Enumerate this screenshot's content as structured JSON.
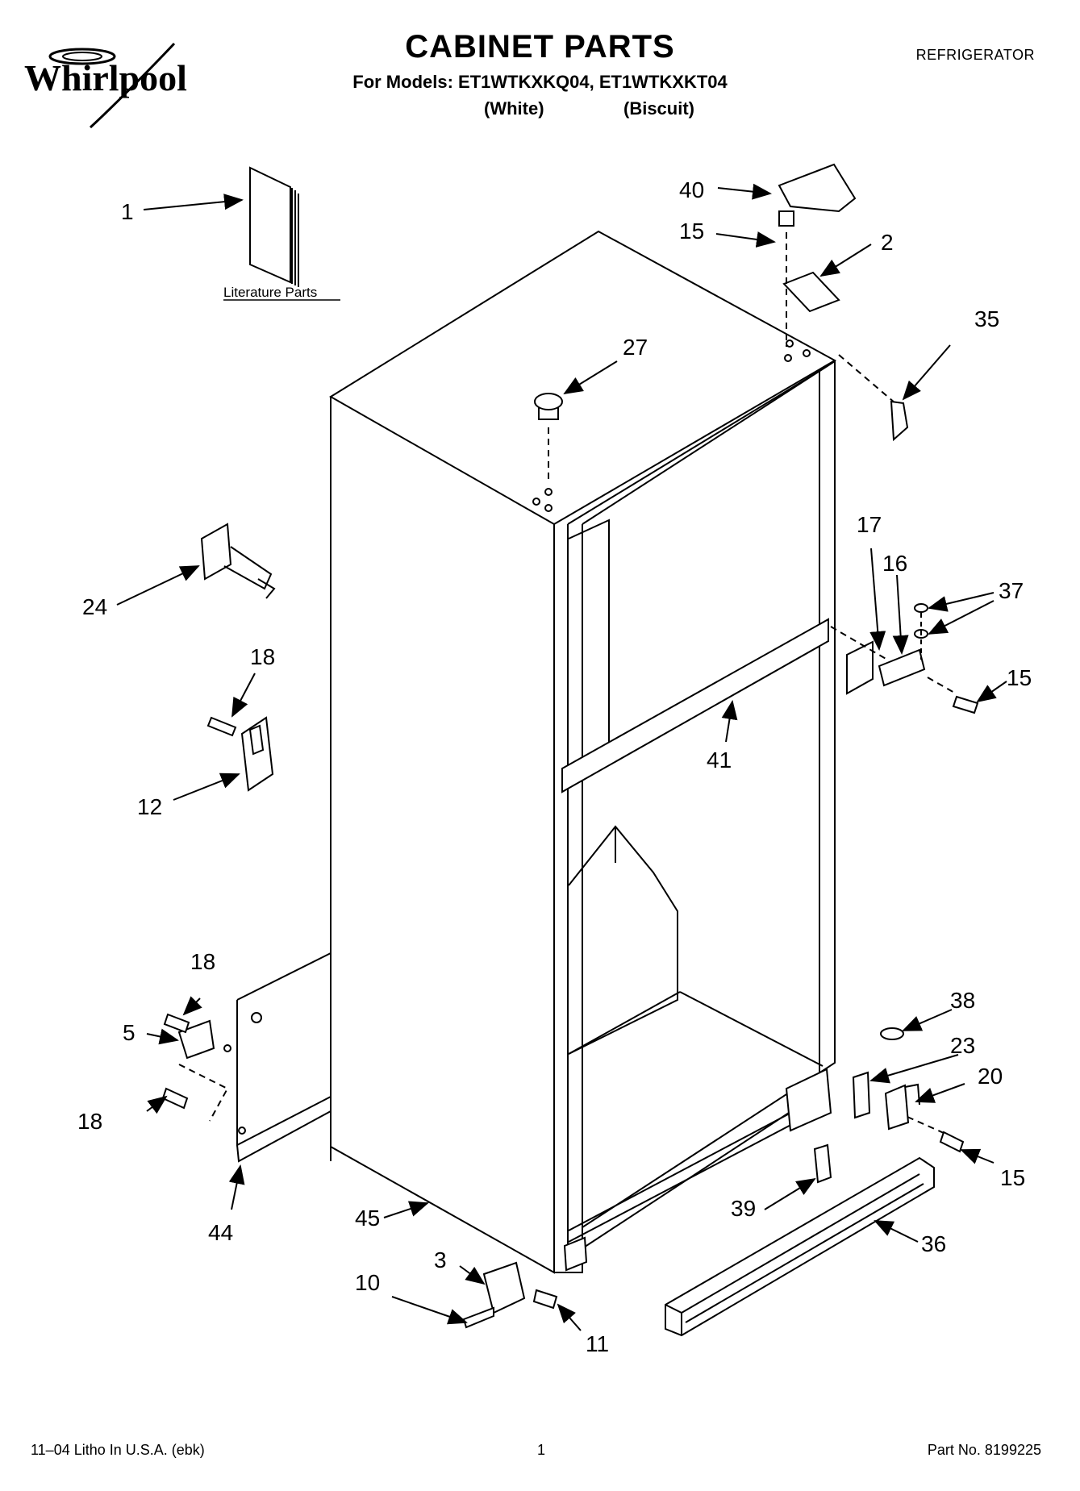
{
  "header": {
    "brand": "Whirlpool",
    "title": "CABINET PARTS",
    "models_line": "For Models: ET1WTKXKQ04, ET1WTKXKT04",
    "variant_white": "(White)",
    "variant_biscuit": "(Biscuit)",
    "category": "REFRIGERATOR"
  },
  "diagram": {
    "literature_caption": "Literature Parts",
    "callouts": {
      "c1": "1",
      "c40": "40",
      "c15_top": "15",
      "c2": "2",
      "c35": "35",
      "c27": "27",
      "c17": "17",
      "c16": "16",
      "c37": "37",
      "c15_mid": "15",
      "c24": "24",
      "c18_top": "18",
      "c12": "12",
      "c41": "41",
      "c18_mid": "18",
      "c5": "5",
      "c18_low": "18",
      "c44": "44",
      "c38": "38",
      "c23": "23",
      "c20": "20",
      "c15_low": "15",
      "c39": "39",
      "c36": "36",
      "c45": "45",
      "c3": "3",
      "c10": "10",
      "c11": "11"
    }
  },
  "footer": {
    "litho": "11–04 Litho In U.S.A. (ebk)",
    "page": "1",
    "part_no": "Part No. 8199225"
  }
}
